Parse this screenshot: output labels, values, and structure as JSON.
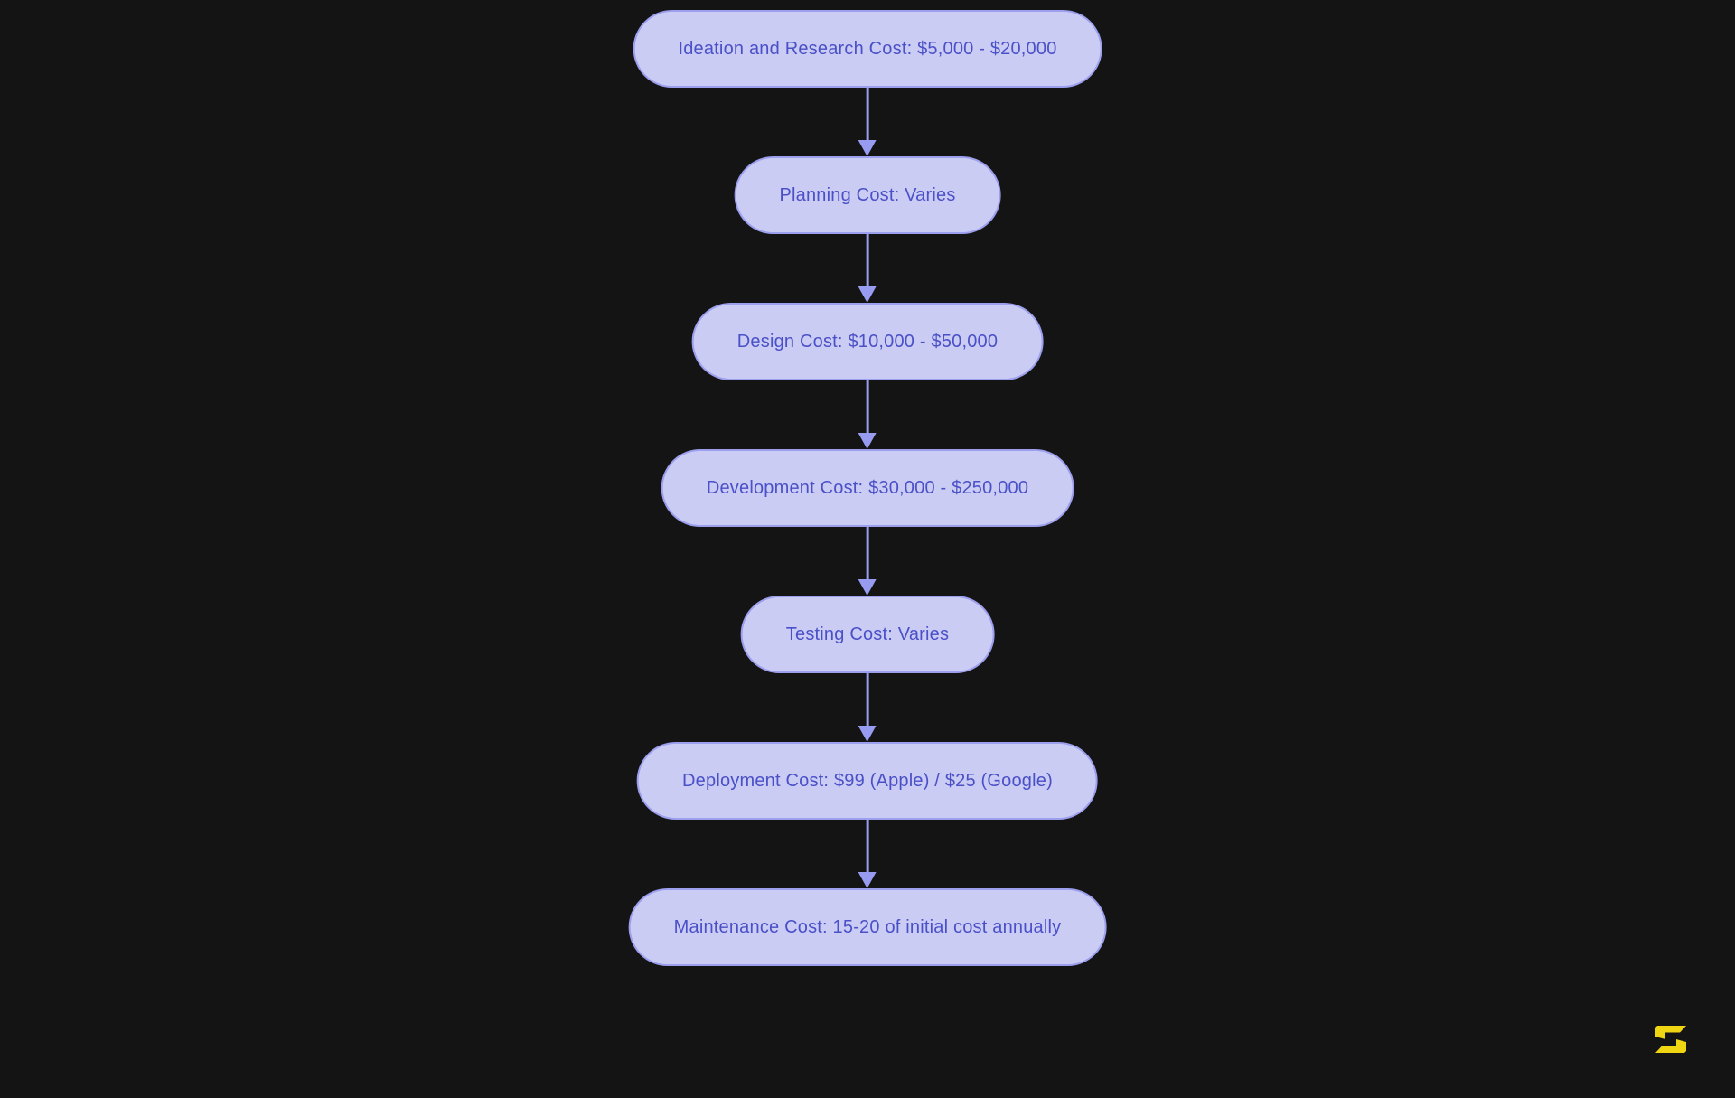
{
  "diagram": {
    "type": "flowchart",
    "direction": "top-down",
    "node_shape": "stadium",
    "nodes": [
      {
        "label": "Ideation and Research Cost: $5,000 - $20,000"
      },
      {
        "label": "Planning Cost: Varies"
      },
      {
        "label": "Design Cost: $10,000 - $50,000"
      },
      {
        "label": "Development Cost: $30,000 - $250,000"
      },
      {
        "label": "Testing Cost: Varies"
      },
      {
        "label": "Deployment Cost: $99 (Apple) / $25 (Google)"
      },
      {
        "label": "Maintenance Cost: 15-20 of initial cost annually"
      }
    ],
    "edges": [
      {
        "from": 0,
        "to": 1
      },
      {
        "from": 1,
        "to": 2
      },
      {
        "from": 2,
        "to": 3
      },
      {
        "from": 3,
        "to": 4
      },
      {
        "from": 4,
        "to": 5
      },
      {
        "from": 5,
        "to": 6
      }
    ]
  },
  "branding": {
    "watermark_icon": "s-logo"
  },
  "colors": {
    "background": "#141414",
    "node_fill": "#CBCCF4",
    "node_border": "#9C9FEE",
    "node_text": "#4A50C7",
    "arrow_line": "#9A9EF0",
    "arrow_head": "#989CF0",
    "logo_yellow": "#F0D513"
  }
}
